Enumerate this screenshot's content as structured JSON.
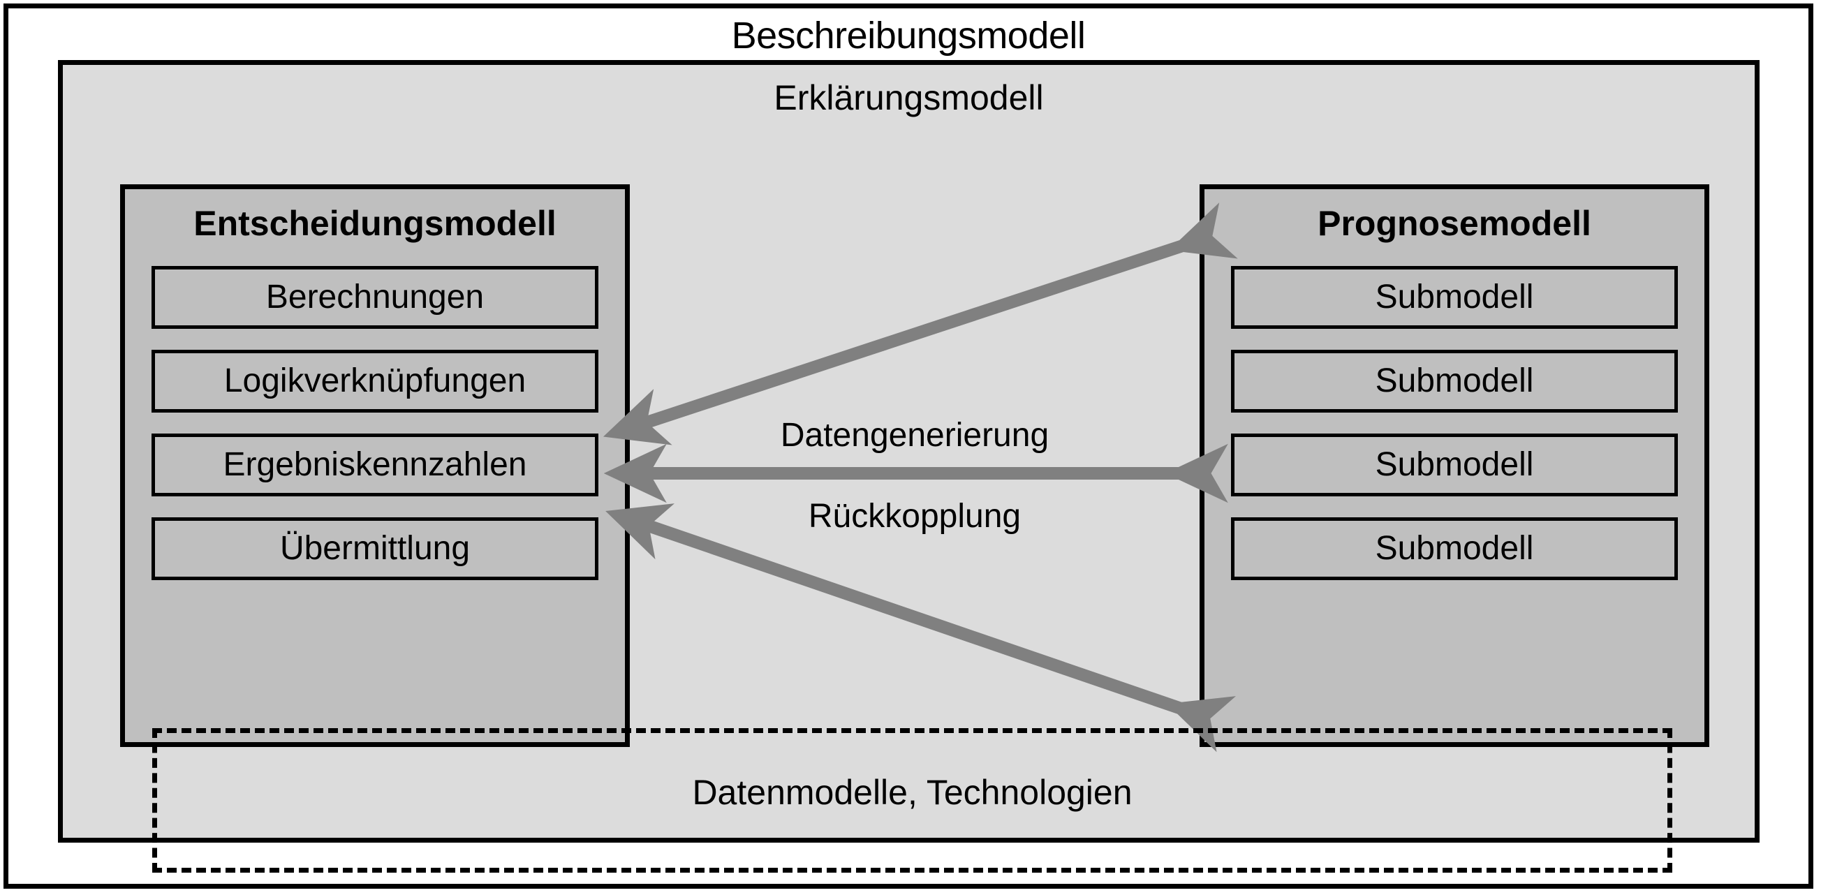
{
  "diagram": {
    "outer": {
      "title": "Beschreibungsmodell"
    },
    "explanation": {
      "title": "Erklärungsmodell"
    },
    "decision_model": {
      "title": "Entscheidungsmodell",
      "items": [
        {
          "label": "Berechnungen"
        },
        {
          "label": "Logikverknüpfungen"
        },
        {
          "label": "Ergebniskennzahlen"
        },
        {
          "label": "Übermittlung"
        }
      ]
    },
    "forecast_model": {
      "title": "Prognosemodell",
      "items": [
        {
          "label": "Submodell"
        },
        {
          "label": "Submodell"
        },
        {
          "label": "Submodell"
        },
        {
          "label": "Submodell"
        }
      ]
    },
    "connectors": {
      "upper_label": "Datengenerierung",
      "lower_label": "Rückkopplung"
    },
    "foundation": {
      "label": "Datenmodelle, Technologien"
    },
    "colors": {
      "page_background": "#ffffff",
      "explanation_fill": "#dcdcdc",
      "model_fill": "#bfbfbf",
      "sub_fill": "#bfbfbf",
      "arrow": "#808080",
      "stroke": "#000000",
      "text": "#000000"
    }
  }
}
